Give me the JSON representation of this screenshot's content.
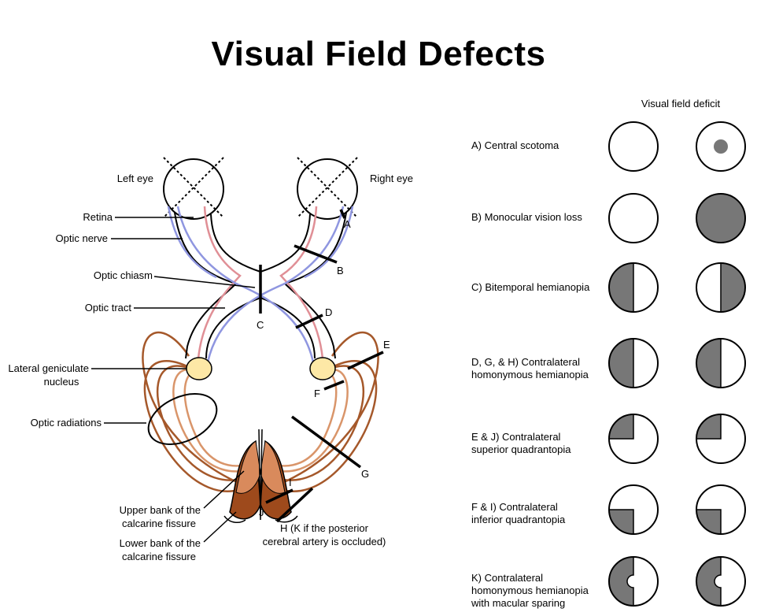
{
  "title": "Visual Field Defects",
  "diagram_labels": {
    "left_eye": "Left eye",
    "right_eye": "Right eye",
    "retina": "Retina",
    "optic_nerve": "Optic nerve",
    "optic_chiasm": "Optic chiasm",
    "optic_tract": "Optic tract",
    "lgn_line1": "Lateral geniculate",
    "lgn_line2": "nucleus",
    "optic_radiations": "Optic radiations",
    "upper_bank_line1": "Upper bank of the",
    "upper_bank_line2": "calcarine fissure",
    "lower_bank_line1": "Lower bank of the",
    "lower_bank_line2": "calcarine fissure",
    "h_note_line1": "H (K if the posterior",
    "h_note_line2": "cerebral artery is occluded)"
  },
  "lesion_letters": {
    "a": "A",
    "b": "B",
    "c": "C",
    "d": "D",
    "e": "E",
    "f": "F",
    "g": "G",
    "i": "I",
    "j": "J"
  },
  "deficit_header": "Visual field deficit",
  "deficits": {
    "a": {
      "line1": "A) Central scotoma"
    },
    "b": {
      "line1": "B) Monocular vision loss"
    },
    "c": {
      "line1": "C) Bitemporal hemianopia"
    },
    "dgh": {
      "line1": "D, G, & H) Contralateral",
      "line2": "homonymous hemianopia"
    },
    "ej": {
      "line1": "E & J) Contralateral",
      "line2": "superior quadrantopia"
    },
    "fi": {
      "line1": "F & I) Contralateral",
      "line2": "inferior quadrantopia"
    },
    "k": {
      "line1": "K) Contralateral",
      "line2": "homonymous hemianopia",
      "line3": "with macular sparing"
    }
  },
  "colors": {
    "deficit_fill": "#777777",
    "nasal_fiber": "#8f96e0",
    "temporal_fiber": "#e08f96",
    "radiation": "#a5582a",
    "radiation_light": "#d9956a",
    "lgn_fill": "#fde8a6",
    "cortex_dark": "#9e4a1c",
    "cortex_light": "#d98a5c"
  }
}
